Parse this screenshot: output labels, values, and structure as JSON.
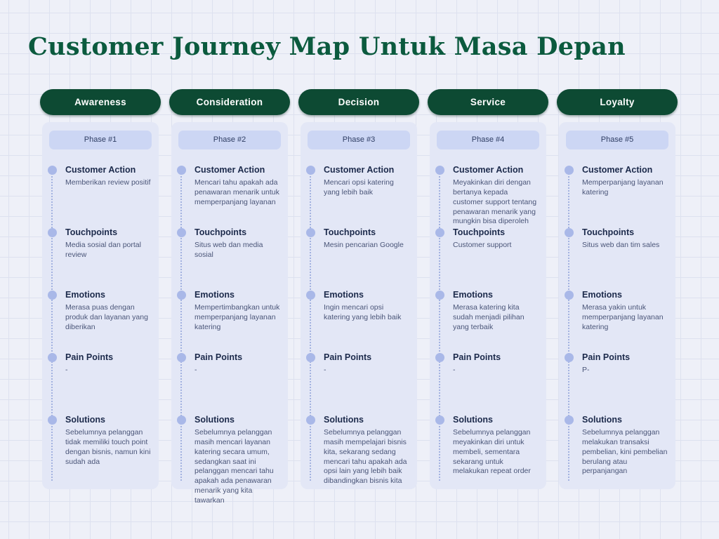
{
  "title": "Customer Journey Map Untuk Masa Depan",
  "colors": {
    "title_green": "#0b5a3e",
    "stage_pill_green": "#0d4a33",
    "card_bg": "#e3e7f6",
    "phase_pill_bg": "#ccd6f4",
    "timeline_dot": "#a9b8e8",
    "background": "#eef0f8"
  },
  "columns": [
    {
      "stage": "Awareness",
      "phase": "Phase #1",
      "sections": [
        {
          "label": "Customer Action",
          "text": "Memberikan review positif"
        },
        {
          "label": "Touchpoints",
          "text": "Media sosial dan portal review"
        },
        {
          "label": "Emotions",
          "text": "Merasa puas dengan produk dan layanan yang diberikan"
        },
        {
          "label": "Pain Points",
          "text": "-"
        },
        {
          "label": "Solutions",
          "text": "Sebelumnya pelanggan tidak memiliki touch point dengan bisnis, namun kini sudah ada"
        }
      ]
    },
    {
      "stage": "Consideration",
      "phase": "Phase #2",
      "sections": [
        {
          "label": "Customer Action",
          "text": "Mencari tahu apakah ada penawaran menarik untuk memperpanjang layanan"
        },
        {
          "label": "Touchpoints",
          "text": "Situs web dan media sosial"
        },
        {
          "label": "Emotions",
          "text": "Mempertimbangkan untuk memperpanjang layanan katering"
        },
        {
          "label": "Pain Points",
          "text": "-"
        },
        {
          "label": "Solutions",
          "text": "Sebelumnya pelanggan masih mencari layanan katering secara umum, sedangkan saat ini pelanggan mencari tahu apakah ada penawaran menarik yang kita tawarkan"
        }
      ]
    },
    {
      "stage": "Decision",
      "phase": "Phase #3",
      "sections": [
        {
          "label": "Customer Action",
          "text": "Mencari opsi katering yang lebih baik"
        },
        {
          "label": "Touchpoints",
          "text": "Mesin pencarian Google"
        },
        {
          "label": "Emotions",
          "text": "Ingin mencari opsi katering yang lebih baik"
        },
        {
          "label": "Pain Points",
          "text": "-"
        },
        {
          "label": "Solutions",
          "text": "Sebelumnya pelanggan masih mempelajari bisnis kita, sekarang sedang mencari tahu apakah ada opsi lain yang lebih baik dibandingkan bisnis kita"
        }
      ]
    },
    {
      "stage": "Service",
      "phase": "Phase #4",
      "sections": [
        {
          "label": "Customer Action",
          "text": "Meyakinkan diri dengan bertanya kepada customer support tentang penawaran menarik yang mungkin bisa diperoleh"
        },
        {
          "label": "Touchpoints",
          "text": "Customer support"
        },
        {
          "label": "Emotions",
          "text": "Merasa katering kita sudah menjadi pilihan yang terbaik"
        },
        {
          "label": "Pain Points",
          "text": "-"
        },
        {
          "label": "Solutions",
          "text": "Sebelumnya pelanggan meyakinkan diri untuk membeli, sementara sekarang untuk melakukan repeat order"
        }
      ]
    },
    {
      "stage": "Loyalty",
      "phase": "Phase #5",
      "sections": [
        {
          "label": "Customer Action",
          "text": "Memperpanjang layanan katering"
        },
        {
          "label": "Touchpoints",
          "text": "Situs web dan tim sales"
        },
        {
          "label": "Emotions",
          "text": "Merasa yakin untuk memperpanjang layanan katering"
        },
        {
          "label": "Pain Points",
          "text": "P-"
        },
        {
          "label": "Solutions",
          "text": "Sebelumnya pelanggan melakukan transaksi pembelian, kini pembelian berulang atau perpanjangan"
        }
      ]
    }
  ]
}
